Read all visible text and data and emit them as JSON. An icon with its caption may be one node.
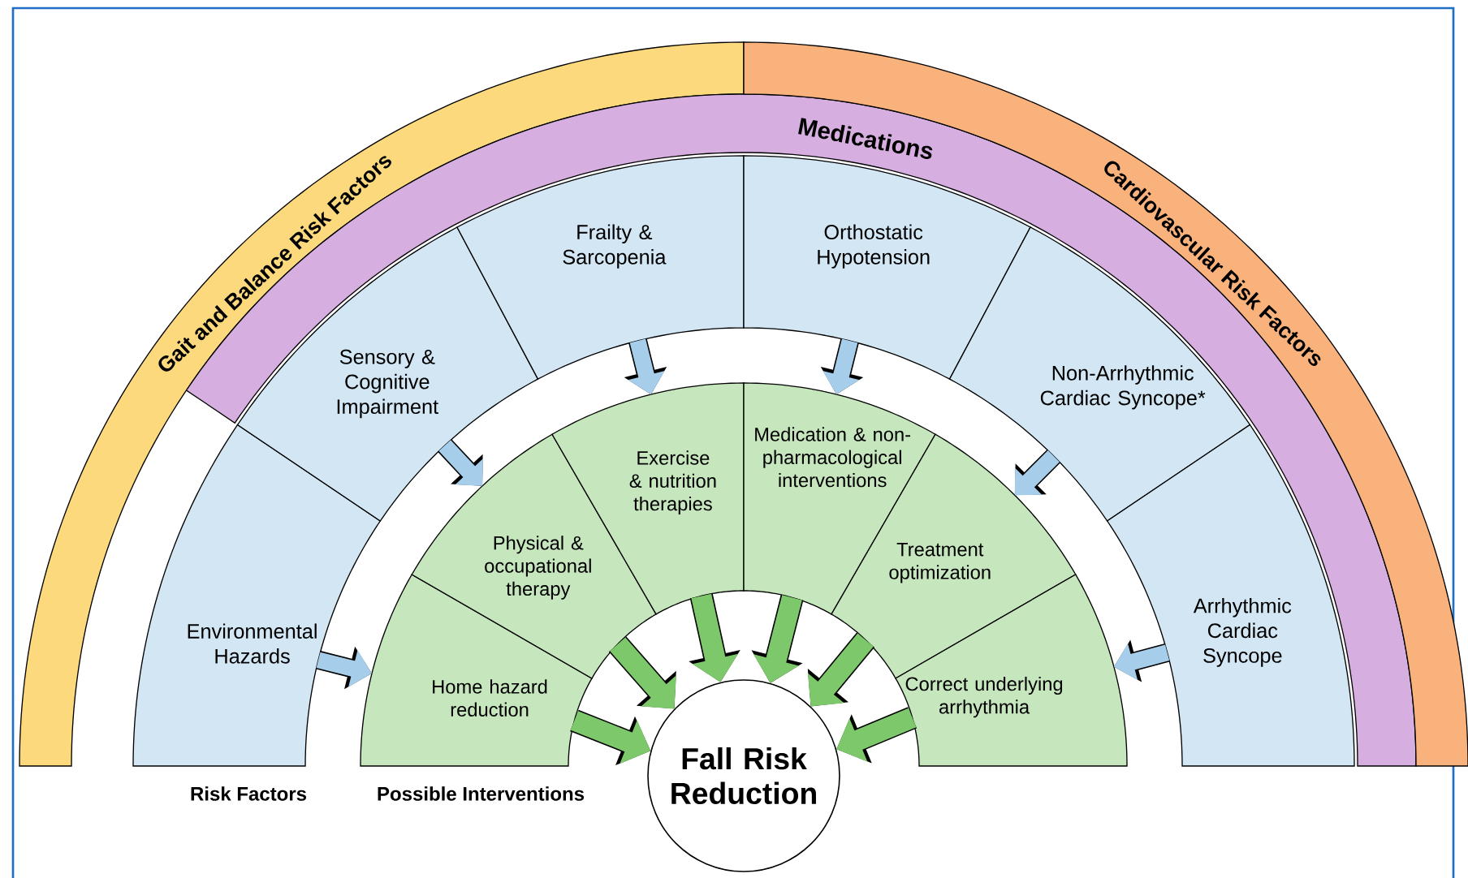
{
  "diagram": {
    "nodes": [
      {
        "text": [
          "Gait and Balance Risk Factors"
        ]
      },
      {
        "text": [
          "Medications"
        ]
      },
      {
        "text": [
          "Cardiovascular Risk Factors"
        ]
      },
      {
        "text": [
          "Environmental Hazards"
        ]
      },
      {
        "text": [
          "Sensory & Cognitive Impairment"
        ]
      },
      {
        "text": [
          "Frailty & Sarcopenia"
        ]
      },
      {
        "text": [
          "Orthostatic Hypotension"
        ]
      },
      {
        "text": [
          "Non-Arrhythmic Cardiac Syncope*"
        ]
      },
      {
        "text": [
          "Arrhythmic Cardiac Syncope"
        ]
      },
      {
        "text": [
          "Home hazard reduction"
        ]
      },
      {
        "text": [
          "Physical & occupational therapy"
        ]
      },
      {
        "text": [
          "Exercise & nutrition therapies"
        ]
      },
      {
        "text": [
          "Medication & non-pharmacological interventions"
        ]
      },
      {
        "text": [
          "Treatment optimization"
        ]
      },
      {
        "text": [
          "Correct underlying arrhythmia"
        ]
      },
      {
        "text": [
          "Fall Risk Reduction"
        ]
      }
    ],
    "edges": [
      {
        "from": 3,
        "to": 9,
        "arrow": "to",
        "color": "#a6cde9"
      },
      {
        "from": 4,
        "to": 10,
        "arrow": "to",
        "color": "#a6cde9"
      },
      {
        "from": 5,
        "to": 11,
        "arrow": "to",
        "color": "#a6cde9"
      },
      {
        "from": 6,
        "to": 12,
        "arrow": "to",
        "color": "#a6cde9"
      },
      {
        "from": 7,
        "to": 13,
        "arrow": "to",
        "color": "#a6cde9"
      },
      {
        "from": 8,
        "to": 14,
        "arrow": "to",
        "color": "#a6cde9"
      },
      {
        "from": 9,
        "to": 15,
        "arrow": "to",
        "color": "#7cc86a"
      },
      {
        "from": 10,
        "to": 15,
        "arrow": "to",
        "color": "#7cc86a"
      },
      {
        "from": 11,
        "to": 15,
        "arrow": "to",
        "color": "#7cc86a"
      },
      {
        "from": 12,
        "to": 15,
        "arrow": "to",
        "color": "#7cc86a"
      },
      {
        "from": 13,
        "to": 15,
        "arrow": "to",
        "color": "#7cc86a"
      },
      {
        "from": 14,
        "to": 15,
        "arrow": "to",
        "color": "#7cc86a"
      }
    ],
    "labels": [
      "Risk Factors",
      "Possible Interventions"
    ]
  }
}
